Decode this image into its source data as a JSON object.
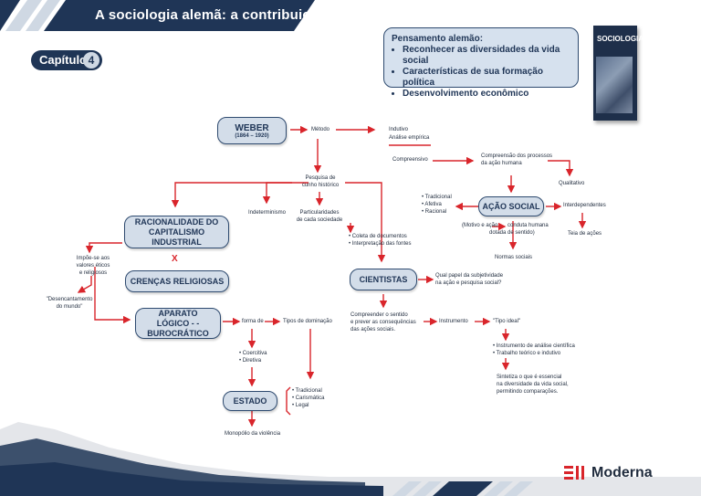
{
  "header": {
    "title": "A sociologia alemã: a contribuição de Marx"
  },
  "chapter": {
    "label": "Capítulo",
    "number": "4"
  },
  "info": {
    "title": "Pensamento alemão:",
    "items": [
      "Reconhecer as diversidades da vida social",
      "Características de sua formação política",
      "Desenvolvimento econômico"
    ]
  },
  "book": {
    "title": "SOCIOLOGIA"
  },
  "nodes": {
    "weber": "WEBER",
    "weber_years": "(1864 – 1920)",
    "racionalidade": "RACIONALIDADE DO CAPITALISMO INDUSTRIAL",
    "crencas": "CRENÇAS RELIGIOSAS",
    "aparato": "APARATO LÓGICO - - BUROCRÁTICO",
    "estado": "ESTADO",
    "acao_social": "AÇÃO SOCIAL",
    "cientistas": "CIENTISTAS",
    "x_mark": "X"
  },
  "labels": {
    "metodo": "Método",
    "indutivo": "Indutivo",
    "analise_empirica": "Análise empírica",
    "compreensivo": "Compreensivo",
    "compreensao": "Compreensão dos processos",
    "compreensao2": "da ação humana",
    "qualitativo": "Qualitativo",
    "pesquisa": "Pesquisa de",
    "pesquisa2": "cunho histórico",
    "indeterminismo": "Indeterminismo",
    "particularidades": "Particularidades",
    "particularidades2": "de cada sociedade",
    "coleta1": "• Coleta de documentos",
    "coleta2": "• Interpretação das fontes",
    "tradicional": "• Tradicional",
    "afetiva": "• Afetiva",
    "racional": "• Racional",
    "interdependentes": "Interdependentes",
    "teia": "Teia de ações",
    "motivo": "(Motivo e ação",
    "conduta": "conduta humana",
    "conduta2": "dotada de sentido)",
    "normas": "Normas sociais",
    "impoe": "Impõe-se aos",
    "impoe2": "valores éticos",
    "impoe3": "e religiosos",
    "desencantamento": "\"Desencantamento",
    "desencantamento2": "do mundo\"",
    "qual_papel": "Qual papel da subjetividade",
    "qual_papel2": "na ação e pesquisa social?",
    "compreender": "Compreender o sentido",
    "compreender2": "e prever as consequências",
    "compreender3": "das ações sociais.",
    "instrumento": "Instrumento",
    "tipo_ideal": "\"Tipo ideal\"",
    "instr_analise": "• Instrumento de análise científica",
    "trabalho": "• Trabalho teórico e indutivo",
    "sintetiza": "Sintetiza o que é essencial",
    "sintetiza2": "na diversidade da vida social,",
    "sintetiza3": "permitindo comparações.",
    "forma_de": "forma de",
    "tipos_dominacao": "Tipos de dominação",
    "coercitiva": "• Coercitiva",
    "diretiva": "• Diretiva",
    "dom_tradicional": "• Tradicional",
    "dom_carismatica": "• Carismática",
    "dom_legal": "• Legal",
    "monopolio": "Monopólio da violência"
  },
  "footer": {
    "logo": "Moderna"
  },
  "colors": {
    "navy": "#1f3556",
    "node_fill": "#d3dde9",
    "arrow": "#d9252b",
    "stripe_light": "#cfd8e3"
  }
}
